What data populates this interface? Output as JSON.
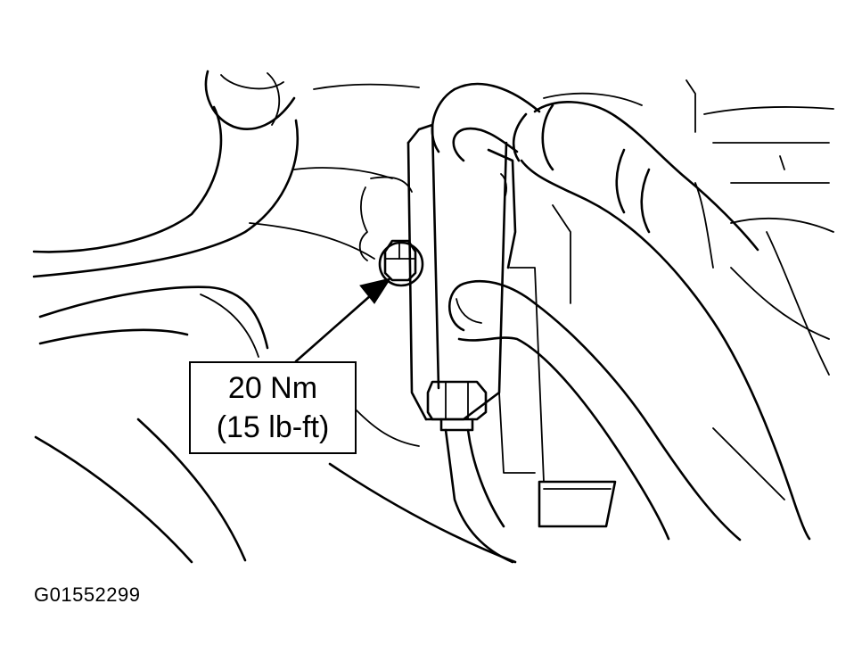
{
  "torque_callout": {
    "metric": "20 Nm",
    "imperial": "(15 lb-ft)"
  },
  "figure_id": "G01552299",
  "colors": {
    "line": "#000000",
    "background": "#ffffff"
  }
}
